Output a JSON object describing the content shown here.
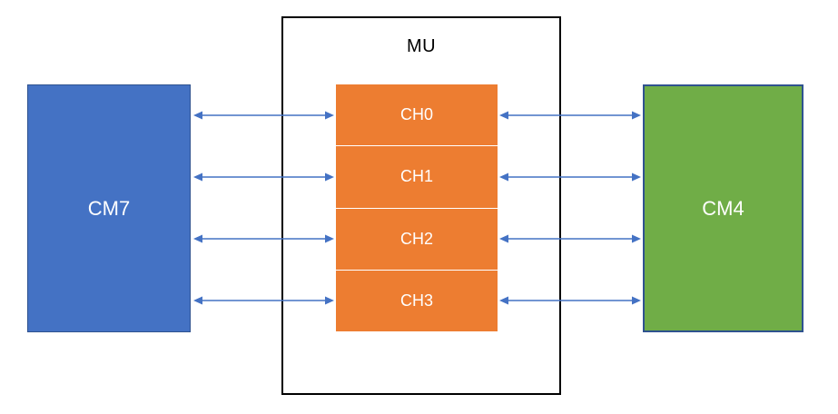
{
  "diagram": {
    "mu": {
      "label": "MU",
      "border_color": "#000000",
      "fill": "#FFFFFF",
      "text_color": "#000000"
    },
    "cm7": {
      "label": "CM7",
      "fill": "#4472C4",
      "border_color": "#2F528F",
      "text_color": "#FFFFFF"
    },
    "cm4": {
      "label": "CM4",
      "fill": "#70AD47",
      "border_color": "#2F528F",
      "text_color": "#FFFFFF"
    },
    "channels": [
      "CH0",
      "CH1",
      "CH2",
      "CH3"
    ],
    "channel_style": {
      "fill": "#ED7D31",
      "separator_color": "#FFFFFF",
      "text_color": "#FFFFFF"
    },
    "arrow": {
      "color": "#4472C4",
      "type": "bidirectional"
    },
    "connections": [
      {
        "from": "CM7",
        "to": "CH0"
      },
      {
        "from": "CM7",
        "to": "CH1"
      },
      {
        "from": "CM7",
        "to": "CH2"
      },
      {
        "from": "CM7",
        "to": "CH3"
      },
      {
        "from": "CH0",
        "to": "CM4"
      },
      {
        "from": "CH1",
        "to": "CM4"
      },
      {
        "from": "CH2",
        "to": "CM4"
      },
      {
        "from": "CH3",
        "to": "CM4"
      }
    ]
  }
}
